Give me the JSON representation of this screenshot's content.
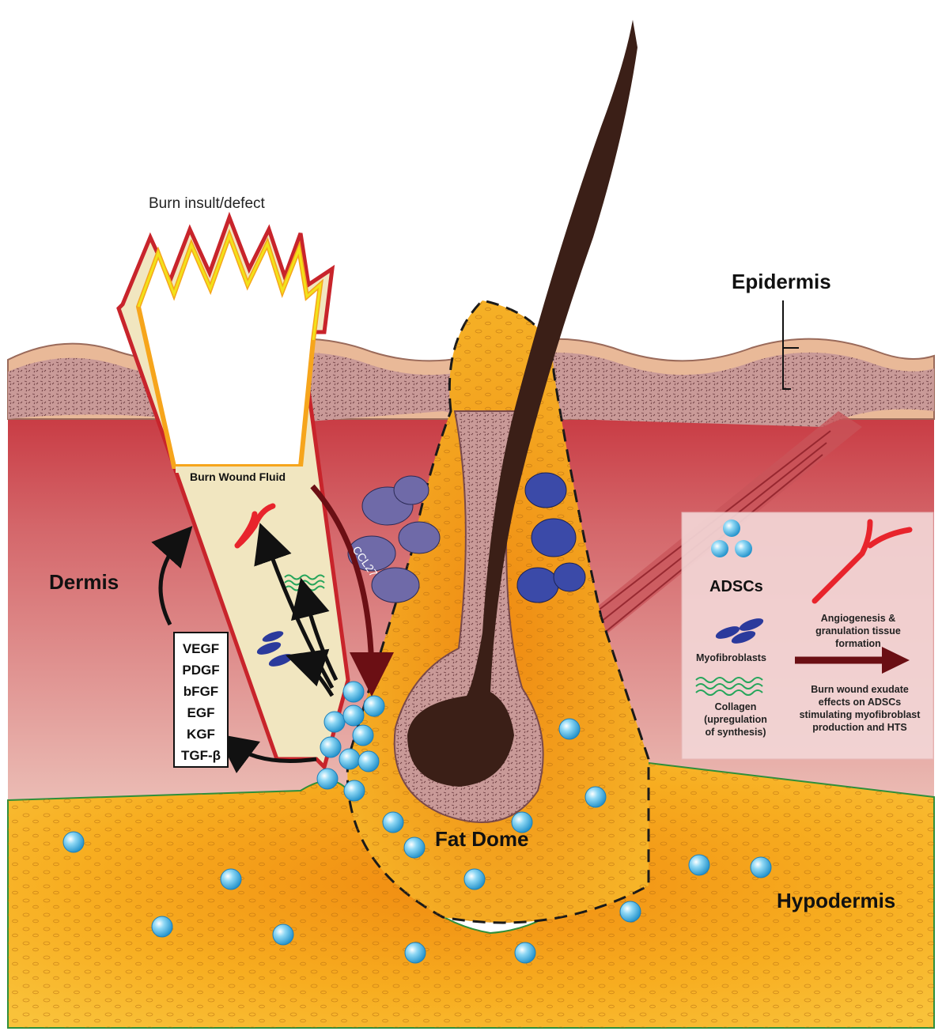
{
  "labels": {
    "burn_insult": "Burn insult/defect",
    "epidermis": "Epidermis",
    "dermis": "Dermis",
    "hypodermis": "Hypodermis",
    "fat_dome": "Fat Dome",
    "burn_wound_fluid": "Burn Wound Fluid",
    "ccl27": "CCL27"
  },
  "growth_factors": [
    "VEGF",
    "PDGF",
    "bFGF",
    "EGF",
    "KGF",
    "TGF-β"
  ],
  "legend": {
    "adscs": "ADSCs",
    "angiogenesis": [
      "Angiogenesis &",
      "granulation tissue",
      "formation"
    ],
    "myofibroblasts": "Myofibroblasts",
    "collagen": [
      "Collagen",
      "(upregulation",
      "of synthesis)"
    ],
    "exudate": [
      "Burn wound exudate",
      "effects on ADSCs",
      "stimulating myofibroblast",
      "production and HTS"
    ]
  },
  "colors": {
    "epidermis": "#e7c9a6",
    "dermis_top": "#c9303a",
    "dermis_bottom": "#e9b7b0",
    "hypodermis": "#f6a51c",
    "hair": "#3b1f17",
    "adsc": "#3cb4e6",
    "vessel": "#e8242c",
    "myofibroblast": "#2b3a9c",
    "collagen": "#25a55b",
    "exudate_arrow": "#6b0f14",
    "burn_outline": "#c8242b"
  }
}
